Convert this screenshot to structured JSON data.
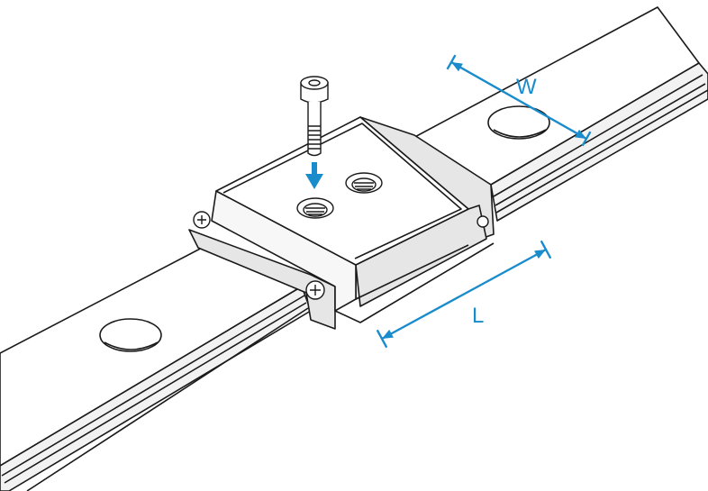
{
  "labels": {
    "width": "W",
    "length": "L"
  },
  "colors": {
    "dimension": "#1a8ccc",
    "outline": "#1a1a1a",
    "fill": "#ffffff",
    "shade": "#e6e6e6"
  },
  "icons": {
    "screw": "socket-head-cap-screw",
    "arrow": "insert-direction-arrow"
  }
}
